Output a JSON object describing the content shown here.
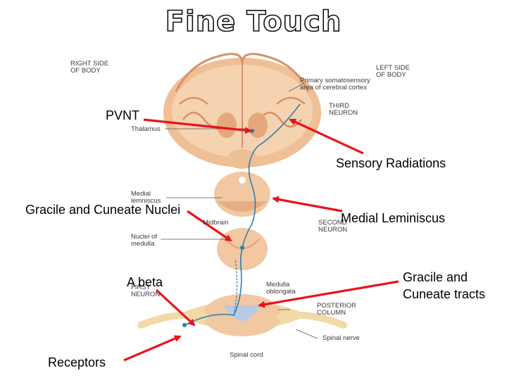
{
  "title": "Fine Touch",
  "figure_labels": {
    "right_side": "RIGHT SIDE\nOF BODY",
    "left_side": "LEFT SIDE\nOF BODY",
    "primary_cortex": "Primary somatosensory\narea of cerebral cortex",
    "third_neuron": "THIRD\nNEURON",
    "thalamus": "Thalamus",
    "medial_lemniscus": "Medial\nlemniscus",
    "midbrain": "Midbrain",
    "second_neuron": "SECOND\nNEURON",
    "nuclei_medulla": "Nuclei of\nmedulla",
    "first_neuron": "FIRST\nNEURON",
    "medulla_oblongata": "Medulla\noblongata",
    "posterior_column": "POSTERIOR\nCOLUMN",
    "spinal_nerve": "Spinal nerve",
    "spinal_cord": "Spinal cord"
  },
  "annotations": {
    "pvnt": "PVNT",
    "sensory_radiations": "Sensory Radiations",
    "gracile_cuneate_nuclei": "Gracile and Cuneate Nuclei",
    "medial_leminiscus": "Medial Leminiscus",
    "a_beta": "A beta",
    "gracile_cuneate_tracts": "Gracile and\nCuneate tracts",
    "receptors": "Receptors"
  },
  "colors": {
    "arrow": "#e8141c",
    "tissue": "#f2c9a0",
    "tissue_dark": "#d99a6c",
    "pathway": "#2a7fb0",
    "spinal_nerve": "#f1d9a8"
  }
}
